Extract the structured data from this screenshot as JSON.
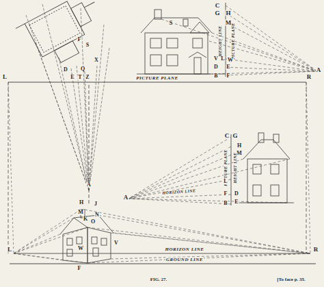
{
  "diagram": {
    "caption": "FIG. 27.",
    "labels": [
      "C",
      "G",
      "H",
      "M",
      "S",
      "HEIGHT LINE",
      "PICTURE PLANE",
      "V",
      "L",
      "W",
      "D",
      "E",
      "B",
      "F",
      "A",
      "F",
      "S",
      "X",
      "D",
      "Q",
      "E",
      "T",
      "Z",
      "L",
      "PICTURE PLANE",
      "R",
      "C",
      "G",
      "H",
      "M",
      "PICTURE PLANE",
      "HEIGHT LINE",
      "L",
      "HORIZON LINE",
      "A",
      "F",
      "D",
      "E",
      "B",
      "A",
      "H",
      "J",
      "M",
      "N",
      "K",
      "O",
      "W",
      "V",
      "F",
      "L",
      "HORIZON LINE",
      "R",
      "GROUND LINE",
      "[To face p. 35."
    ]
  }
}
